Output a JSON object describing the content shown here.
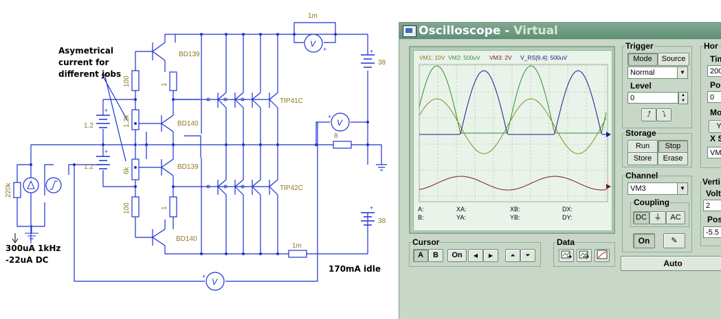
{
  "schematic": {
    "labels": {
      "q1": "BD139",
      "q2": "BD140",
      "q3": "BD139",
      "q4": "BD140",
      "qn": "TIP41C",
      "qp": "TIP42C",
      "r100a": "100",
      "r100b": "100",
      "r12k": "1,2k",
      "r6k": "6k",
      "r1a": "1",
      "r1b": "1",
      "r8": "8",
      "rm_top": "1m",
      "rm_bot": "1m",
      "r220k": "220k",
      "b12a": "1.2",
      "b12b": "1.2",
      "b38a": "38",
      "b38b": "38",
      "meter": "V",
      "plus": "+"
    },
    "notes": {
      "asym": [
        "Asymetrical",
        "current for",
        "different jobs"
      ],
      "src": [
        "300uA 1kHz",
        "-22uA DC"
      ],
      "idle": "170mA idle"
    }
  },
  "oscilloscope": {
    "title_main": "Oscilloscope -",
    "title_virtual": "Virtual",
    "channels_header": [
      {
        "text": "VM1: 10V",
        "color": "#8a7a20"
      },
      {
        "text": "VM2: 500uV",
        "color": "#3a8a3a"
      },
      {
        "text": "VM3: 2V",
        "color": "#7a1a1a"
      },
      {
        "text": "V_RS[9,4]: 500uV",
        "color": "#1a1a7a"
      }
    ],
    "readouts": {
      "a": "A:",
      "b": "B:",
      "xa": "XA:",
      "ya": "YA:",
      "xb": "XB:",
      "yb": "YB:",
      "dx": "DX:",
      "dy": "DY:"
    },
    "trigger": {
      "title": "Trigger",
      "mode": "Mode",
      "source": "Source",
      "select": "Normal",
      "level_label": "Level",
      "level_value": "0"
    },
    "storage": {
      "title": "Storage",
      "run": "Run",
      "stop": "Stop",
      "store": "Store",
      "erase": "Erase"
    },
    "channel": {
      "title": "Channel",
      "select": "VM3",
      "coupling_title": "Coupling",
      "dc": "DC",
      "gnd": "⏚",
      "ac": "AC",
      "on": "On"
    },
    "horizontal": {
      "title": "Hor",
      "time_label": "Tim",
      "time_value": "200",
      "pos_label": "Po",
      "pos_value": "0",
      "mode_label": "Mo",
      "y_btn": "Y",
      "xs_label": "X S",
      "xs_value": "VM"
    },
    "vertical": {
      "title": "Verti",
      "volt_label": "Volt",
      "volt_value": "2",
      "pos_label": "Pos",
      "pos_value": "-5.5"
    },
    "cursor": {
      "title": "Cursor",
      "a": "A",
      "b": "B",
      "on": "On",
      "left": "◀",
      "right": "▶",
      "up": "⏶",
      "down": "⏷"
    },
    "data": {
      "title": "Data"
    },
    "auto": "Auto"
  }
}
